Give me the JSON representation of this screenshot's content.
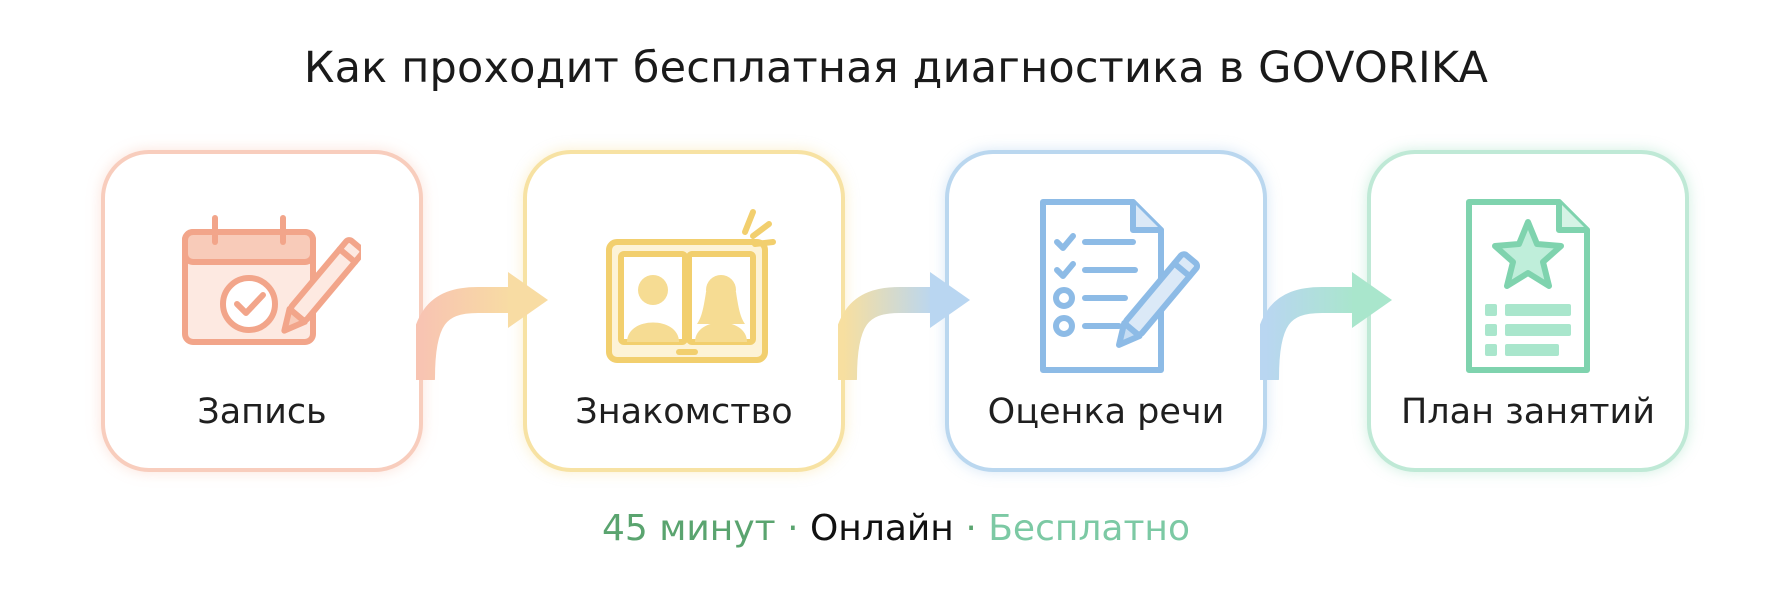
{
  "title": "Как проходит бесплатная диагностика в GOVORIKA",
  "steps": [
    {
      "label": "Запись",
      "icon": "calendar-check-pencil-icon",
      "color": "#f2a58a"
    },
    {
      "label": "Знакомство",
      "icon": "video-call-tablet-icon",
      "color": "#f2cf6e"
    },
    {
      "label": "Оценка речи",
      "icon": "checklist-pencil-icon",
      "color": "#8dbbe6"
    },
    {
      "label": "План занятий",
      "icon": "star-document-plan-icon",
      "color": "#7fd3ae"
    }
  ],
  "footer": {
    "duration": "45 минут",
    "format": "Онлайн",
    "price": "Бесплатно",
    "separator": "·"
  }
}
